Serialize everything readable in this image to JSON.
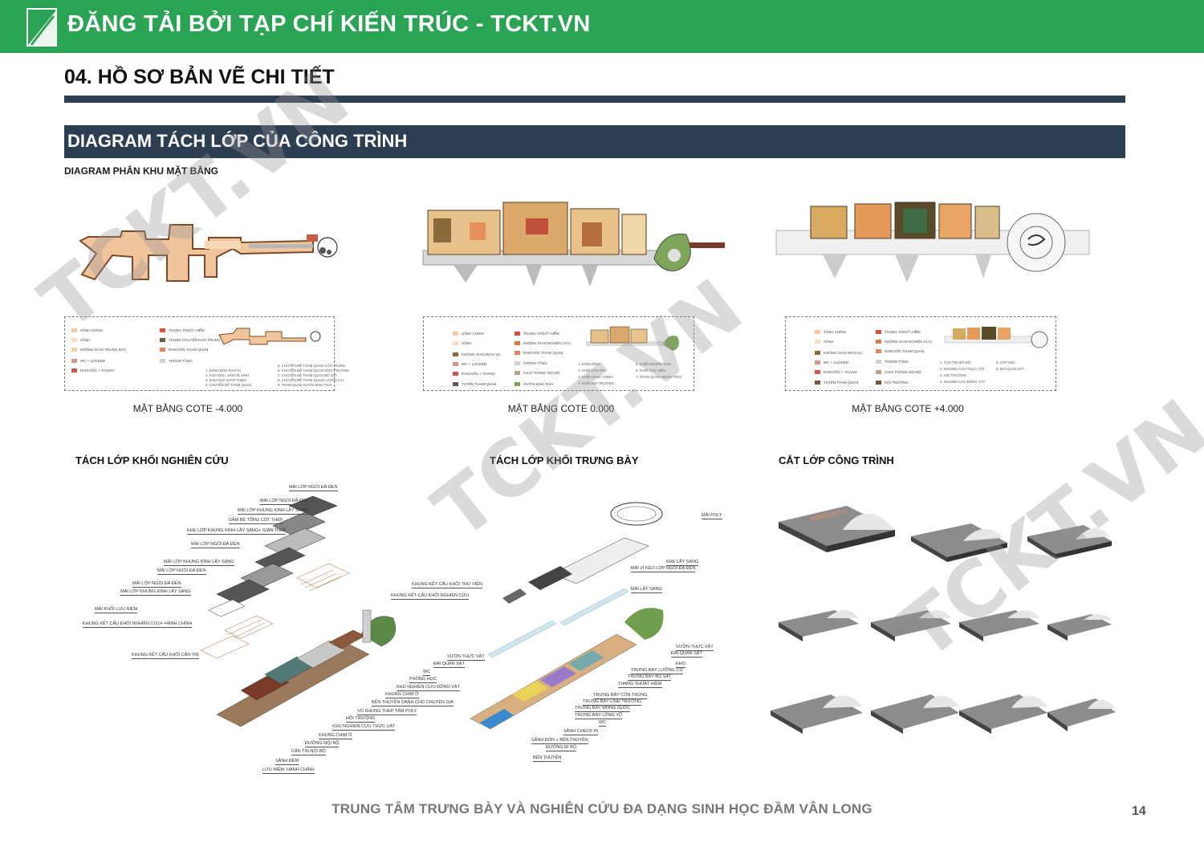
{
  "banner": {
    "text": "ĐĂNG TẢI BỞI TẠP CHÍ KIẾN TRÚC - TCKT.VN",
    "bg": "#2aa354"
  },
  "header": {
    "section_title": "04. HỒ SƠ BẢN VẼ CHI TIẾT"
  },
  "band": {
    "title": "DIAGRAM TÁCH LỚP CỦA CÔNG TRÌNH",
    "bg": "#2d3e50"
  },
  "subtitle": "DIAGRAM PHÂN KHU MẶT BẰNG",
  "plans": [
    {
      "caption": "MẶT BẰNG COTE -4.000",
      "legend_left": [
        "SẢNH CHÍNH",
        "SẢNH",
        "KHÔNG GIAN TRƯNG BÀY",
        "WC + LOCKER",
        "RAM DỐC + THANG"
      ],
      "legend_right": [
        "THANG THOÁT HIỂM",
        "THANG CHUYỂN",
        "KHO TRUNG",
        "RAM DỐC THAM QUAN",
        "THÔNG TẦNG"
      ],
      "notes": [
        "1. SẢNH ĐÓN KHÁCH",
        "2. KHU HỌC, SẢN VỆ SINH",
        "3. KHU HỌC SƯỚI THIỆU",
        "4. CHUYỂN ĐỀ THAM QUAN",
        "5. CHUYỂN ĐỀ THAM QUAN CÔN TRÙNG",
        "6. CHUYỂN ĐỀ THAM QUAN SINH TRƯỞNG",
        "7. CHUYỂN ĐỀ THAM QUAN BÒ SÁT",
        "8. CHUYỂN ĐỀ THAM QUAN LƯỠNG CƯ",
        "9. THAM QUAN VƯỜN SINH THÁI"
      ]
    },
    {
      "caption": "MẶT BẰNG COTE 0.000",
      "legend_left": [
        "SẢNH CHÍNH",
        "SẢNH",
        "KHÔNG GIAN DỊCH VỤ",
        "WC + LOCKER",
        "RAM DỐC + THANG",
        "TUYẾN THAM QUAN"
      ],
      "legend_right": [
        "THANG THOÁT HIỂM",
        "KHÔNG GIAN NGHIÊN CỨU",
        "RAM DỐC THAM QUAN",
        "THÔNG TẦNG",
        "GIAO THÔNG NỘI BỘ",
        "VƯỜN SINH THÁI"
      ],
      "notes": [
        "1. SẢNH ĐÓN",
        "2. KHỐI CĂN TIN",
        "3. KHỐI HÀNH CHÍNH",
        "4. KHỐI HỘI TRƯỜNG",
        "5. KHỐI NGHIÊN CỨU",
        "6. KHỐI THƯ VIỆN",
        "7. THAM QUAN NGOÀI TRỜI"
      ]
    },
    {
      "caption": "MẶT BẰNG COTE +4.000",
      "legend_left": [
        "SẢNH CHÍNH",
        "SẢNH",
        "KHÔNG GIAN DỊCH VỤ",
        "WC + LOCKER",
        "RAM DỐC + THANG",
        "TUYẾN THAM QUAN"
      ],
      "legend_right": [
        "THANG THOÁT HIỂM",
        "KHÔNG GIAN NGHIÊN CỨU",
        "RAM DỐC THAM QUAN",
        "THÔNG TẦNG",
        "GIAO THÔNG NỘI BỘ",
        "HỘI TRƯỜNG"
      ],
      "notes": [
        "1. CĂN TIN NỘI BỘ",
        "2. NGHIÊN CỨU THỰC VẬT",
        "3. HỘI TRƯỜNG",
        "4. NGHIÊN CỨU ĐỘNG VẬT",
        "5. LỚP HỌC",
        "6. ĐÀI QUAN SÁT"
      ]
    }
  ],
  "legend_colors": [
    "#f3c9a0",
    "#f6dcc0",
    "#e9d59a",
    "#c99a86",
    "#c65a4e",
    "#6d5a3f"
  ],
  "legend_colors_right": [
    "#d8513e",
    "#e07a45",
    "#e2855d",
    "#cfcfcf",
    "#b9a08a",
    "#7aa25a"
  ],
  "diagrams": [
    {
      "title": "TÁCH LỚP KHỐI NGHIÊN CỨU",
      "labels": [
        "MÁI LỚP NGÓI ĐÁ ĐEN",
        "MÁI LỚP NGÓI ĐÁ ĐEN",
        "MÁI LỚP KHUNG KÍNH LẤY SÁNG",
        "DẦM BÊ TÔNG CỐT THÉP",
        "KHE LỚP KHUNG KÍNH LẤY SÁNG+ GIÀN THÉP",
        "MÁI LỚP NGÓI ĐÁ ĐEN",
        "MÁI LỚP KHUNG KÍNH LẤY SÁNG",
        "MÁI LỚP NGÓI ĐÁ ĐEN",
        "MÁI LỚP NGÓI ĐÁ ĐEN",
        "MÁI LỚP KHUNG KÍNH LẤY SÁNG",
        "MÁI KHỐI LƯU NIỆM",
        "KHUNG KẾT CẤU KHỐI NGHIÊN CỨU+ HÀNH CHÍNH",
        "KHUNG KẾT CẤU KHỐI CĂN TIN",
        "KHUNG KẾT CẤU KHỐI THƯ VIỆN",
        "KHUNG KẾT CẤU KHỐI NGHIÊN CỨU",
        "VƯỜN THỰC VẬT",
        "ĐÀI QUAN SÁT",
        "WC",
        "PHÒNG HỌC",
        "KHU NGHIÊN CỨU ĐỘNG VẬT",
        "KHUNG CHIM Ở",
        "BẾN THUYỀN DÀNH CHO CHUYÊN GIA",
        "VỎ KHUNG THÉP TẤM POLY",
        "HỘI TRƯỜNG",
        "KHU NGHIÊN CỨU THỰC VẬT",
        "KHUNG CHIM Ở",
        "ĐƯỜNG NỘI BỘ",
        "CĂN TIN NỘI BỘ",
        "SẢNH ĐÊM",
        "LƯU NIỆM, HÀNH CHÍNH"
      ]
    },
    {
      "title": "TÁCH LỚP KHỐI TRƯNG BÀY",
      "labels": [
        "MÁI POLY",
        "KHE LẤY SÁNG",
        "MÁI VÌ KÈO LỚP NGÓI ĐÁ ĐEN",
        "MÁI LẤY SÁNG",
        "VƯỜN THỰC VẬT",
        "ĐÀI QUAN SÁT",
        "KHO",
        "TRƯNG BÀY LƯỠNG CƯ",
        "TRƯNG BÀY BÒ SÁT",
        "THANG THOÁT HIỂM",
        "TRƯNG BÀY CÔN TRÙNG",
        "TRƯNG BÀY LINH TRƯỞNG",
        "TRƯNG BÀY MÓNG GUỐC",
        "TRƯNG BÀY LÔNG VŨ",
        "WC",
        "SẢNH CHECK IN",
        "SẢNH ĐÓN + BẾN THUYỀN",
        "ĐƯỜNG ĐI BỘ",
        "BẾN THUYỀN"
      ]
    },
    {
      "title": "CẮT LỚP CÔNG TRÌNH"
    }
  ],
  "footer": {
    "text": "TRUNG TÂM TRƯNG BÀY VÀ NGHIÊN CỨU ĐA DẠNG SINH HỌC ĐẦM VÂN LONG",
    "page": "14"
  },
  "watermark": "TCKT.VN"
}
